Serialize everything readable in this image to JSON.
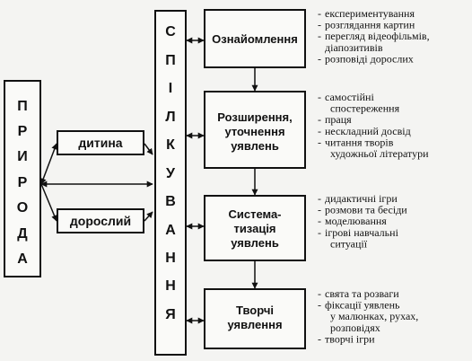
{
  "left_column": {
    "title_letters": [
      "П",
      "Р",
      "И",
      "Р",
      "О",
      "Д",
      "А"
    ]
  },
  "persons": {
    "child": "дитина",
    "adult": "дорослий"
  },
  "communication_column": {
    "title_letters": [
      "С",
      "П",
      "І",
      "Л",
      "К",
      "У",
      "В",
      "А",
      "Н",
      "Н",
      "Я"
    ]
  },
  "stages": [
    {
      "title_lines": [
        "Ознайомлення"
      ],
      "items": [
        [
          "експериментування"
        ],
        [
          "розглядання картин"
        ],
        [
          "перегляд відеофільмів,",
          "діапозитивів"
        ],
        [
          "розповіді дорослих"
        ]
      ]
    },
    {
      "title_lines": [
        "Розширення,",
        "уточнення",
        "уявлень"
      ],
      "items": [
        [
          "самостійні",
          "спостереження"
        ],
        [
          "праця"
        ],
        [
          "нескладний досвід"
        ],
        [
          "читання творів",
          "художньої літератури"
        ]
      ]
    },
    {
      "title_lines": [
        "Система-",
        "тизація",
        "уявлень"
      ],
      "items": [
        [
          "дидактичні ігри"
        ],
        [
          "розмови та бесіди"
        ],
        [
          "моделювання"
        ],
        [
          "ігрові навчальні",
          "ситуації"
        ]
      ]
    },
    {
      "title_lines": [
        "Творчі",
        "уявлення"
      ],
      "items": [
        [
          "свята та розваги"
        ],
        [
          "фіксації уявлень",
          "у малюнках, рухах,",
          "розповідях"
        ],
        [
          "творчі ігри"
        ]
      ]
    }
  ]
}
